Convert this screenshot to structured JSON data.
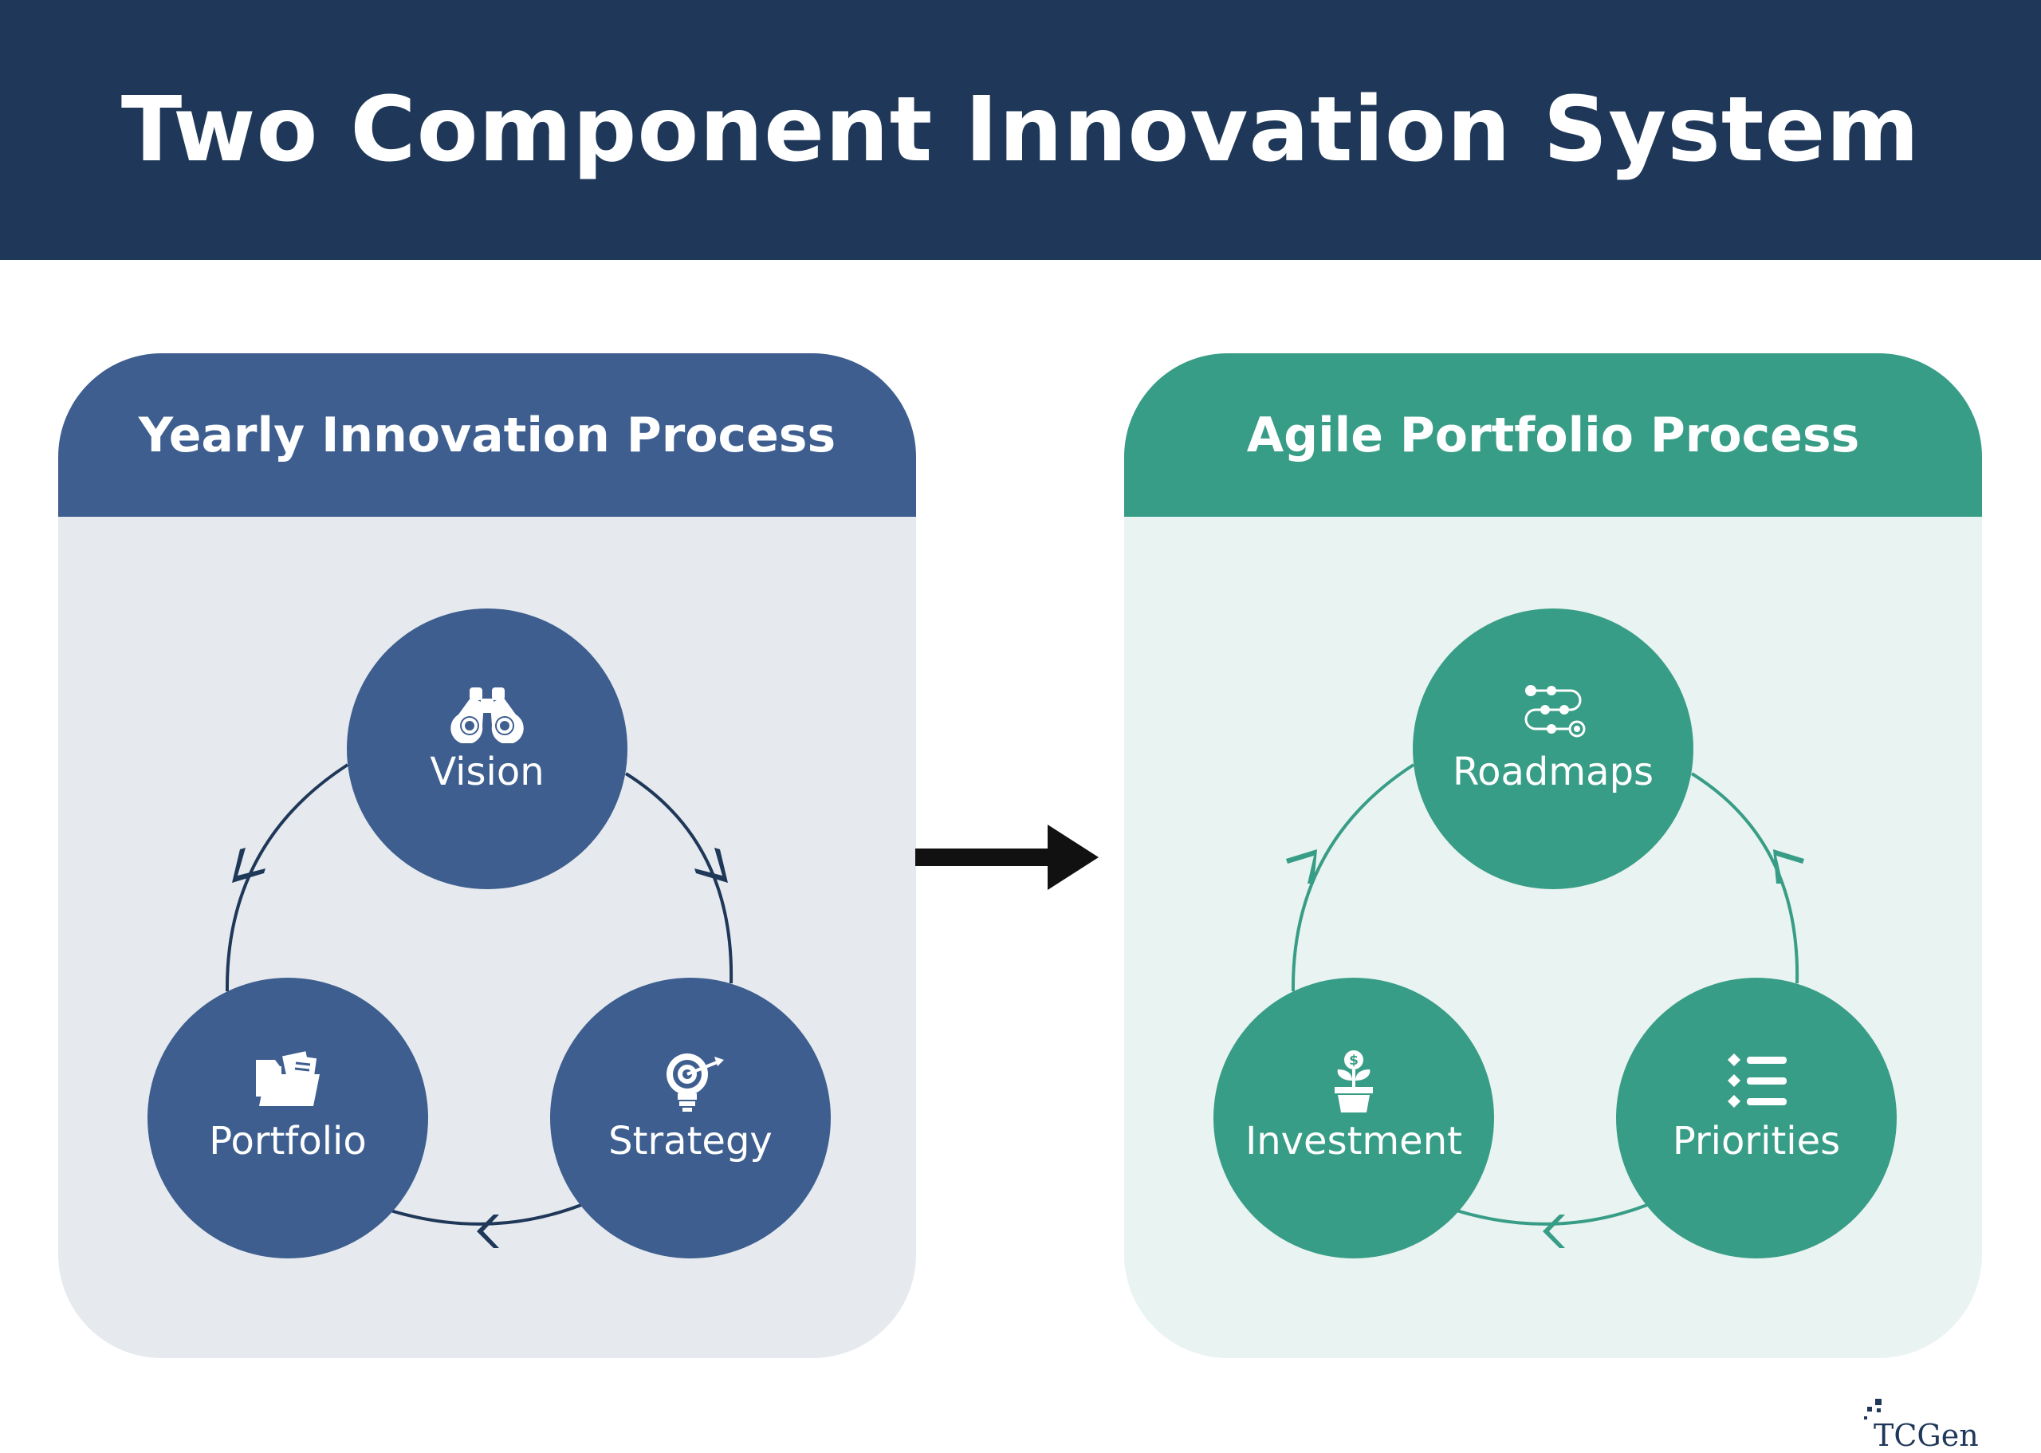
{
  "title": "Two Component Innovation System",
  "left_panel": {
    "title": "Yearly Innovation Process",
    "nodes": {
      "top": {
        "label": "Vision",
        "icon": "binoculars-icon"
      },
      "bottom_left": {
        "label": "Portfolio",
        "icon": "folder-icon"
      },
      "bottom_right": {
        "label": "Strategy",
        "icon": "target-bulb-icon"
      }
    }
  },
  "right_panel": {
    "title": "Agile Portfolio Process",
    "nodes": {
      "top": {
        "label": "Roadmaps",
        "icon": "roadmap-icon"
      },
      "bottom_left": {
        "label": "Investment",
        "icon": "money-plant-icon"
      },
      "bottom_right": {
        "label": "Priorities",
        "icon": "priority-list-icon"
      }
    }
  },
  "logo": {
    "text": "TCGen"
  },
  "colors": {
    "banner": "#1f3859",
    "blue": "#3d5e8f",
    "green": "#389d86",
    "left_panel_bg": "#e6eaee",
    "right_panel_bg": "#e9f3f1"
  }
}
